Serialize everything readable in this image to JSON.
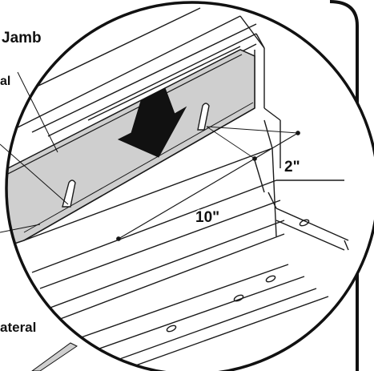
{
  "labels": {
    "top_label": "Jamb",
    "left_partial_1": "al",
    "bottom_partial": "ateral"
  },
  "dimensions": {
    "offset_2": "2\"",
    "offset_10": "10\""
  },
  "colors": {
    "shaded_strip": "#cfcfcf",
    "line": "#1a1a1a",
    "panel_border": "#111111"
  }
}
